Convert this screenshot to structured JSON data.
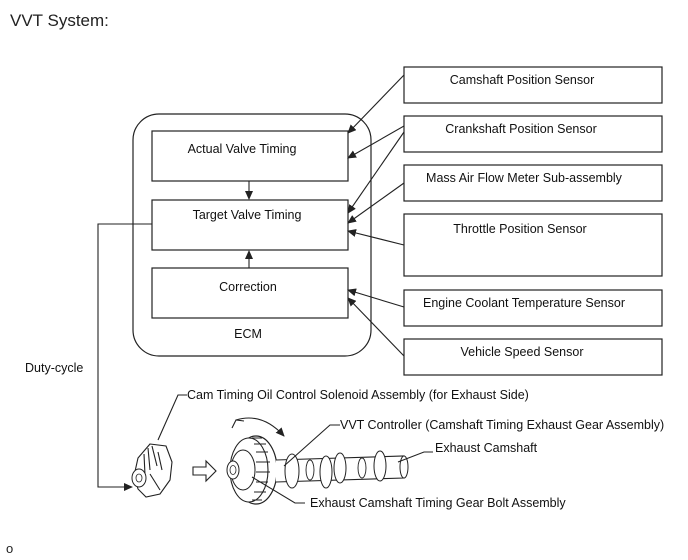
{
  "title": "VVT System:",
  "footer_mark": "o",
  "ecm": {
    "label": "ECM",
    "blocks": {
      "actual": "Actual Valve Timing",
      "target": "Target Valve Timing",
      "correction": "Correction"
    }
  },
  "sensors": [
    "Camshaft Position Sensor",
    "Crankshaft Position Sensor",
    "Mass Air Flow Meter Sub-assembly",
    "Throttle Position Sensor",
    "Engine Coolant Temperature Sensor",
    "Vehicle Speed Sensor"
  ],
  "signal_label": "Duty-cycle",
  "components": {
    "solenoid": "Cam Timing Oil Control Solenoid Assembly (for Exhaust Side)",
    "controller": "VVT Controller (Camshaft Timing Exhaust Gear Assembly)",
    "camshaft": "Exhaust Camshaft",
    "gear_bolt": "Exhaust Camshaft Timing Gear Bolt Assembly"
  }
}
